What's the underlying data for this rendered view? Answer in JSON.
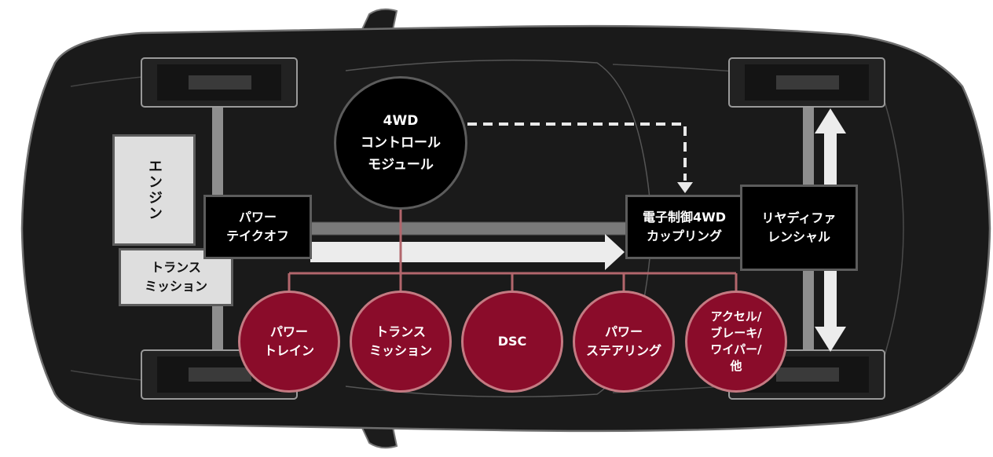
{
  "colors": {
    "body": "#1a1a1a",
    "outline": "#6f6f6f",
    "box_border": "#5c5c5c",
    "module_fill": "#8a0c2a",
    "module_border": "#c47a82",
    "bus_line": "#b2666c",
    "arrow": "#e8e8e8"
  },
  "blocks": {
    "engine": "エンジン",
    "transmission": [
      "トランス",
      "ミッション"
    ],
    "pto": [
      "パワー",
      "テイクオフ"
    ],
    "coupling": [
      "電子制御4WD",
      "カップリング"
    ],
    "rear_diff": [
      "リヤディファ",
      "レンシャル"
    ],
    "control_module": [
      "4WD",
      "コントロール",
      "モジュール"
    ]
  },
  "modules": [
    {
      "lines": [
        "パワー",
        "トレイン"
      ]
    },
    {
      "lines": [
        "トランス",
        "ミッション"
      ]
    },
    {
      "lines": [
        "DSC"
      ]
    },
    {
      "lines": [
        "パワー",
        "ステアリング"
      ]
    },
    {
      "lines": [
        "アクセル/",
        "ブレーキ/",
        "ワイパー/",
        "他"
      ]
    }
  ]
}
